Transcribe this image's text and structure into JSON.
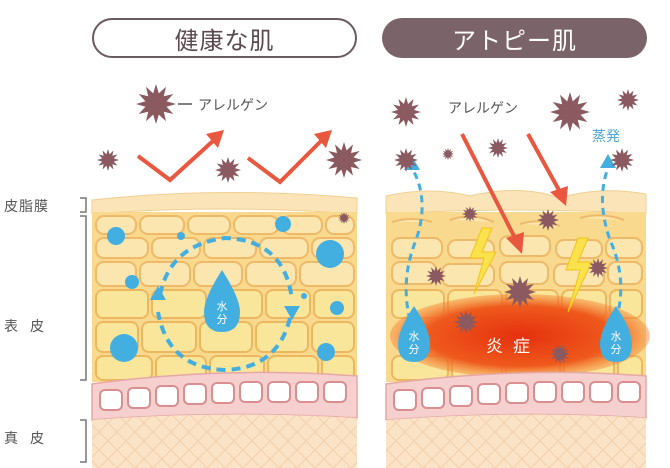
{
  "panels": {
    "healthy": {
      "title": "健康な肌"
    },
    "atopy": {
      "title": "アトピー肌"
    }
  },
  "layers": {
    "sebum": "皮脂膜",
    "epidermis": "表皮",
    "dermis": "真皮"
  },
  "labels": {
    "allergen_left": "アレルゲン",
    "allergen_right": "アレルゲン",
    "water": "水分",
    "water_left": "水分",
    "water_right": "水分",
    "inflammation": "炎症",
    "evaporation": "蒸発"
  },
  "colors": {
    "skin_light": "#fbe7c2",
    "skin_cell": "#f6d98f",
    "skin_cell_dark": "#f0c36a",
    "dermis_pink": "#f6cfcf",
    "water_blue": "#43aee0",
    "arrow_red": "#e9573f",
    "allergen_brown": "#8a5a60",
    "inflammation": "#e8401c",
    "pill_dark": "#7b6469"
  }
}
